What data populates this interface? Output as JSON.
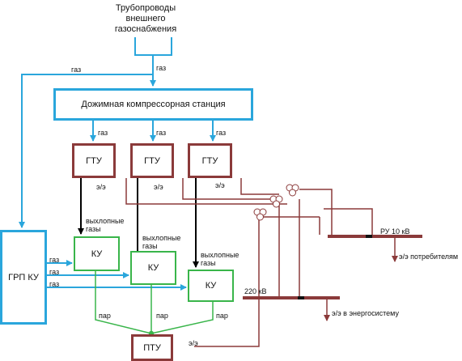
{
  "source": {
    "title": "Трубопроводы\nвнешнего\nгазоснабжения"
  },
  "compressor": {
    "label": "Дожимная компрессорная станция"
  },
  "gtu": [
    {
      "label": "ГТУ"
    },
    {
      "label": "ГТУ"
    },
    {
      "label": "ГТУ"
    }
  ],
  "ku": [
    {
      "label": "КУ"
    },
    {
      "label": "КУ"
    },
    {
      "label": "КУ"
    }
  ],
  "grp": {
    "label": "ГРП КУ"
  },
  "ptu": {
    "label": "ПТУ"
  },
  "labels": {
    "gas": "газ",
    "ee": "э/э",
    "exhaust": "выхлопные\nгазы",
    "steam": "пар",
    "ru": "РУ 10 кВ",
    "consumers": "э/э потребителям",
    "kv220": "220 кВ",
    "grid": "э/э в энергосистему"
  },
  "colors": {
    "gas": "#2aa6dc",
    "power": "#8b3a3a",
    "steam": "#39b54a",
    "exhaust": "#000000"
  }
}
